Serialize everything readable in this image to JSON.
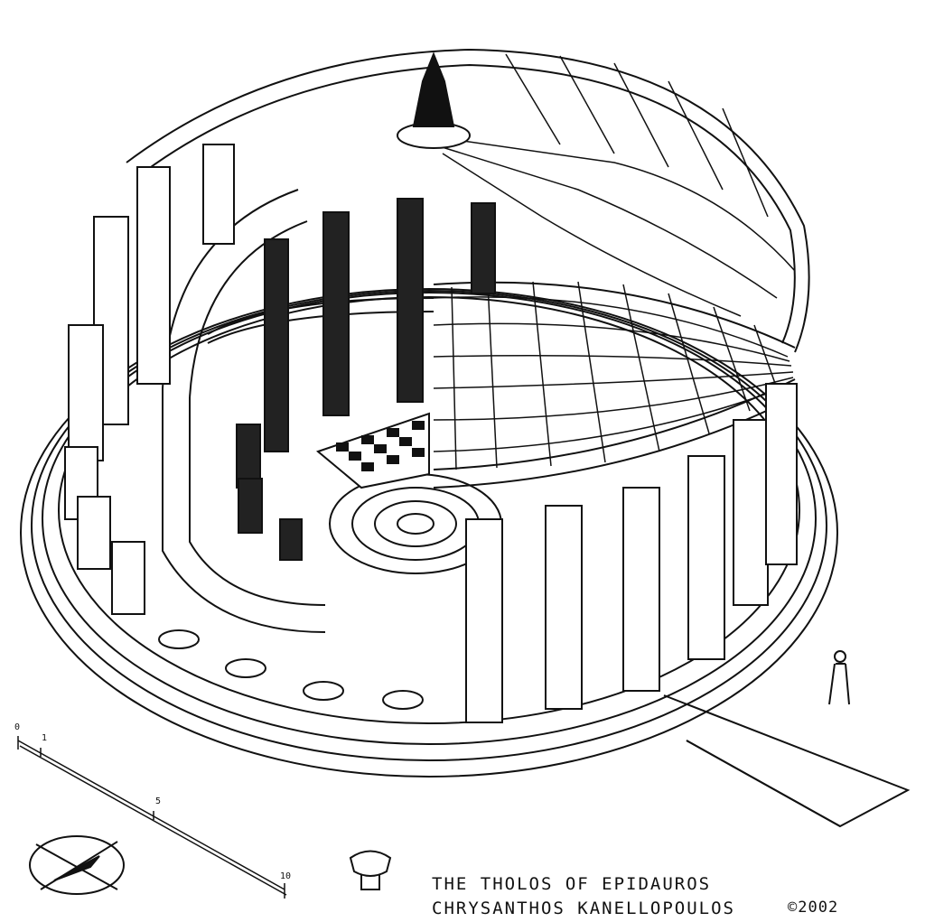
{
  "caption": {
    "title": "THE THOLOS OF EPIDAUROS",
    "author": "CHRYSANTHOS KANELLOPOULOS",
    "copyright": "©2002"
  },
  "scale_bar": {
    "ticks": [
      "0",
      "1",
      "5",
      "10"
    ]
  },
  "icons": {
    "compass": "north-arrow-icon",
    "capital": "corinthian-capital-icon",
    "statue": "roof-finial-statue-icon",
    "person": "human-figure-scale-icon"
  }
}
